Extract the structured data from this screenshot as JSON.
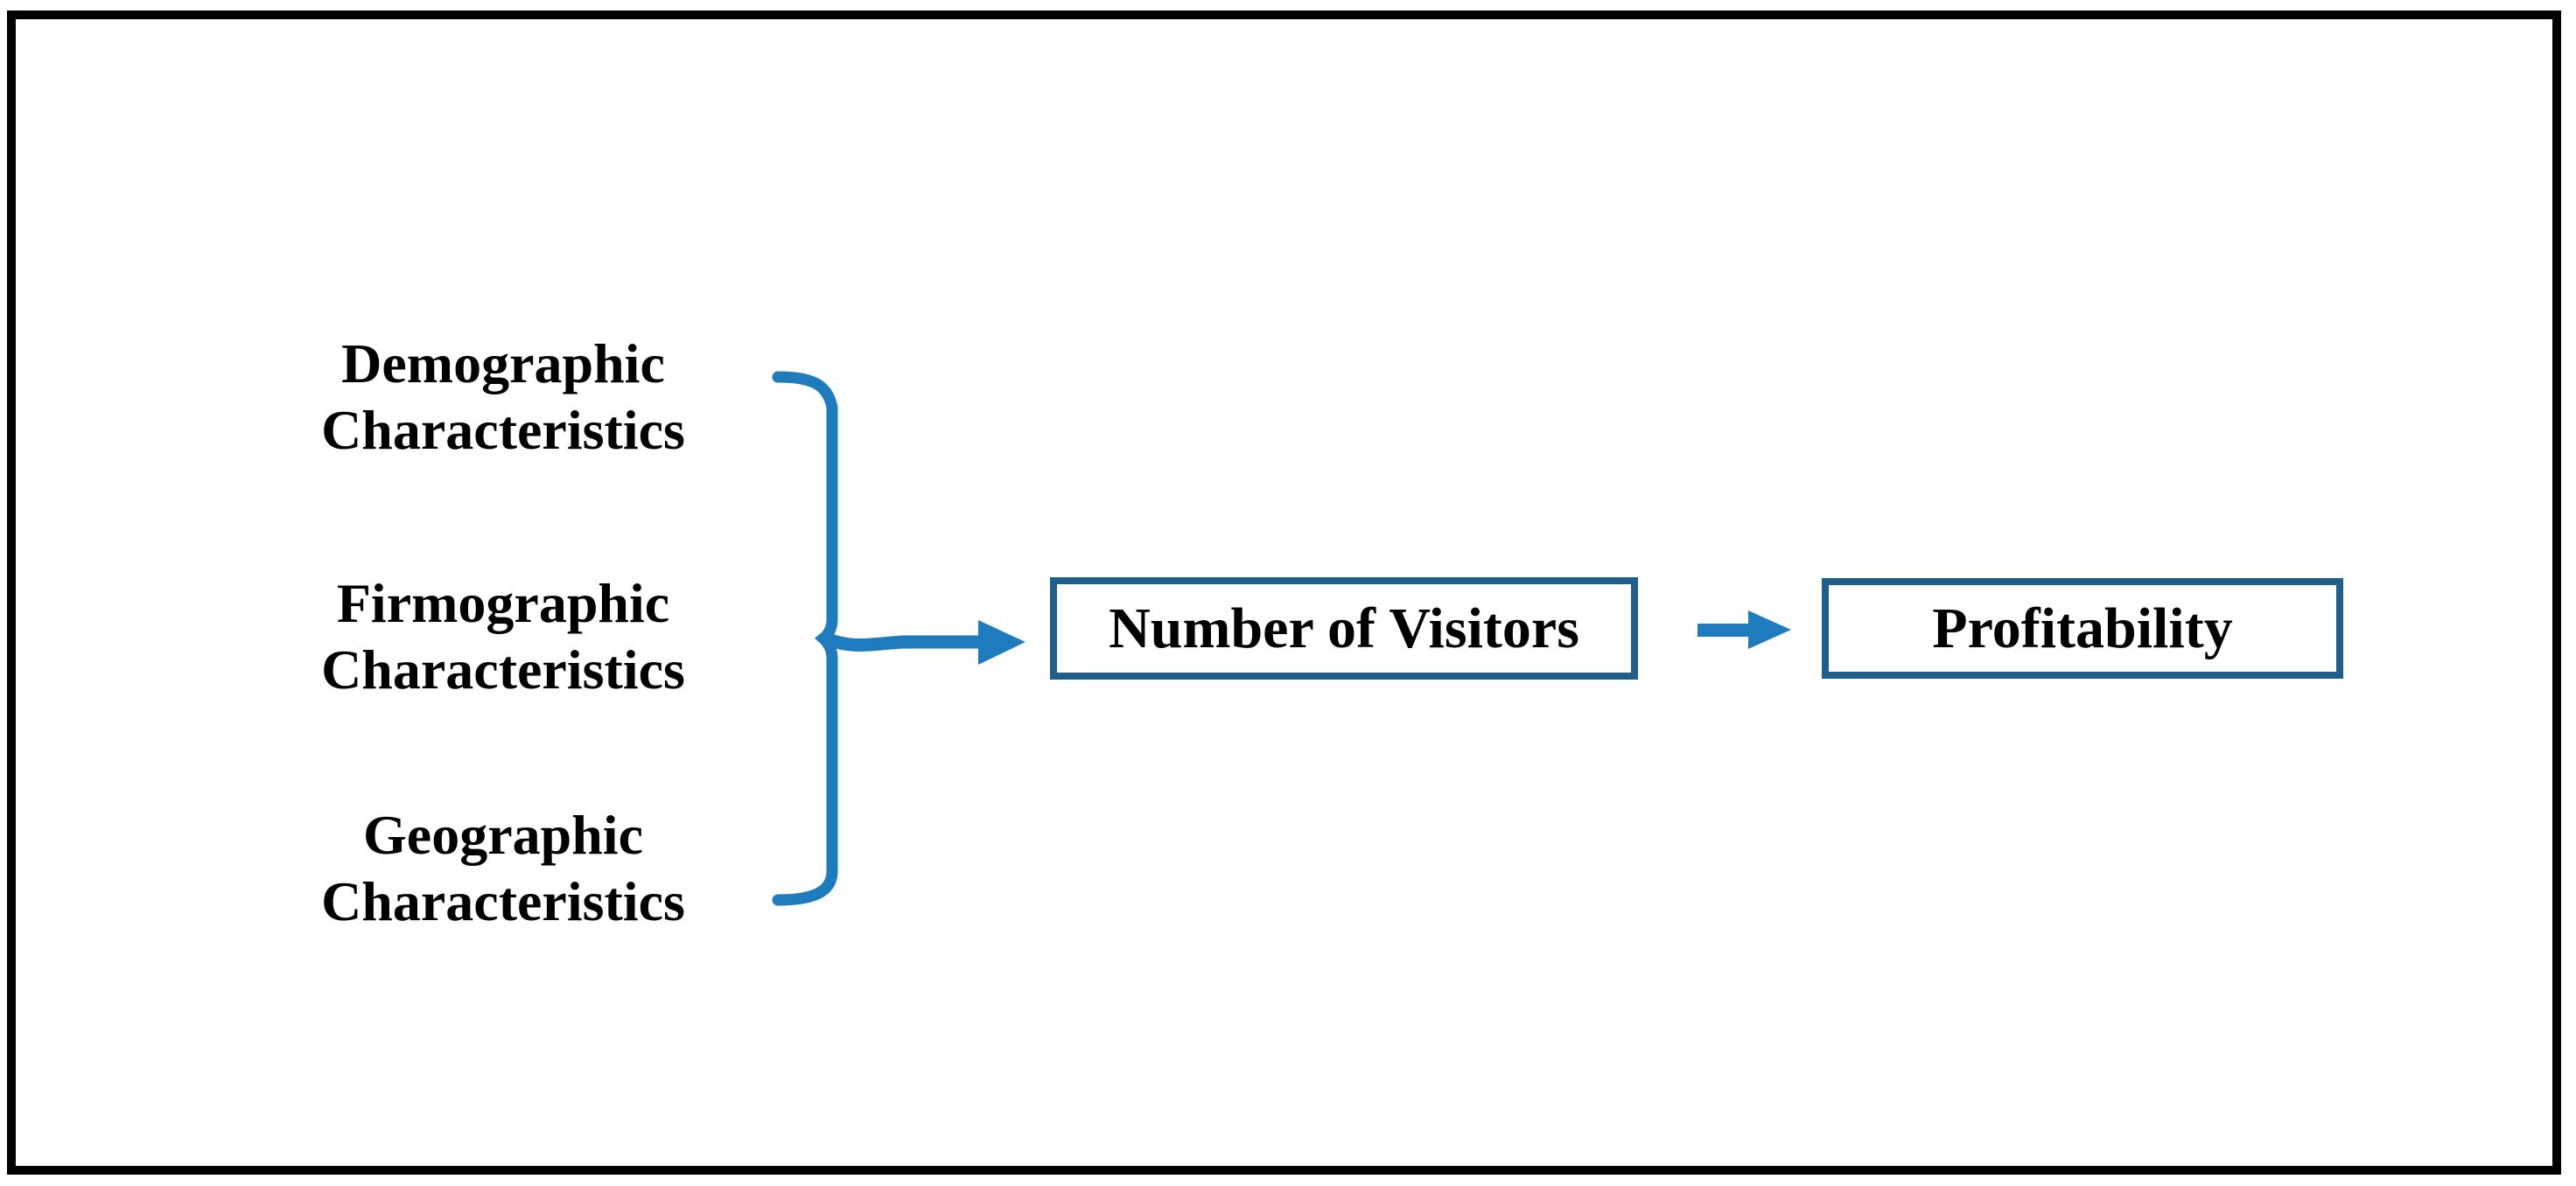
{
  "diagram": {
    "source_labels": [
      {
        "line1": "Demographic",
        "line2": "Characteristics"
      },
      {
        "line1": "Firmographic",
        "line2": "Characteristics"
      },
      {
        "line1": "Geographic",
        "line2": "Characteristics"
      }
    ],
    "mediator_box": {
      "label": "Number of Visitors"
    },
    "outcome_box": {
      "label": "Profitability"
    },
    "colors": {
      "accent_blue": "#1E7CBE",
      "box_border_blue": "#205E8C",
      "text_color": "#000000",
      "frame_color": "#000000"
    }
  }
}
